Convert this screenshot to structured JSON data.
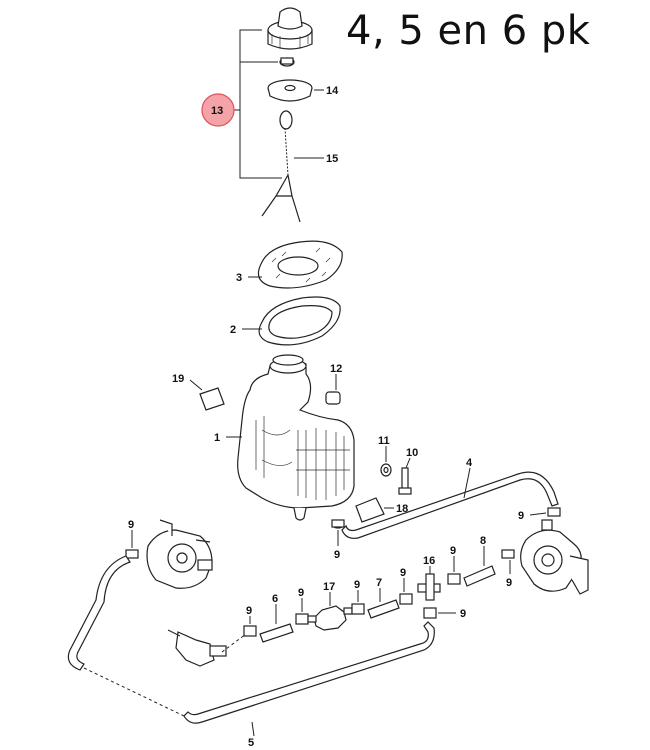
{
  "title": "4, 5 en 6 pk",
  "highlight_color": "#f4a3a8",
  "highlight_stroke": "#e0505a",
  "callouts": {
    "c13": "13",
    "c14": "14",
    "c15": "15",
    "c3": "3",
    "c2": "2",
    "c19": "19",
    "c12": "12",
    "c1": "1",
    "c11": "11",
    "c10": "10",
    "c4": "4",
    "c18": "18",
    "c9a": "9",
    "c9b": "9",
    "c9c": "9",
    "c9d": "9",
    "c9e": "9",
    "c9f": "9",
    "c9g": "9",
    "c9h": "9",
    "c9i": "9",
    "c9j": "9",
    "c16": "16",
    "c8": "8",
    "c17": "17",
    "c7": "7",
    "c6": "6",
    "c5": "5"
  }
}
